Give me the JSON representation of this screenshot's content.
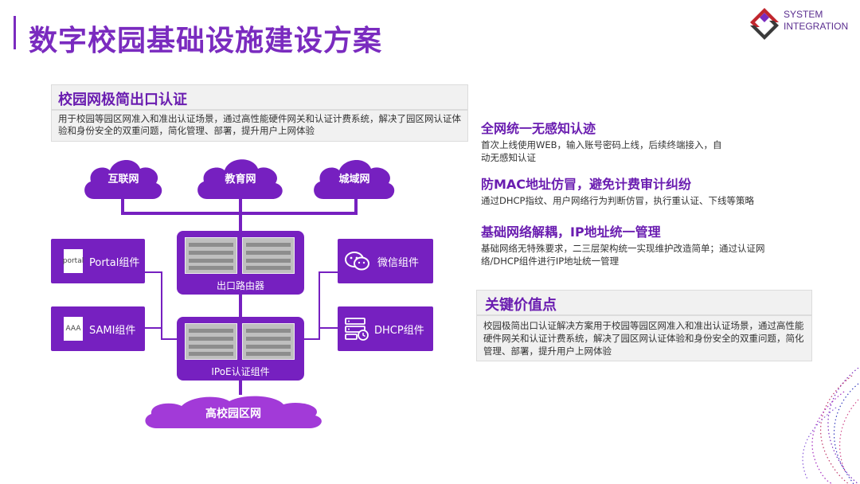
{
  "page": {
    "title": "数字校园基础设施建设方案"
  },
  "logo": {
    "line1": "SYSTEM",
    "line2": "INTEGRATION"
  },
  "left": {
    "section_title": "校园网极简出口认证",
    "section_desc": "用于校园等园区网准入和准出认证场景，通过高性能硬件网关和认证计费系统，解决了园区网认证体验和身份安全的双重问题，简化管理、部署，提升用户上网体验"
  },
  "diagram": {
    "clouds": [
      "互联网",
      "教育网",
      "城域网"
    ],
    "router_label": "出口路由器",
    "ipoe_label": "IPoE认证组件",
    "campus_label": "高校园区网",
    "components_left": [
      {
        "label": "Portal组件",
        "icon_text": "portal",
        "icon": "document-icon"
      },
      {
        "label": "SAMI组件",
        "icon_text": "AAA",
        "icon": "document-icon"
      }
    ],
    "components_right": [
      {
        "label": "微信组件",
        "icon": "wechat-icon"
      },
      {
        "label": "DHCP组件",
        "icon": "server-clock-icon"
      }
    ],
    "colors": {
      "purple": "#7620c0",
      "title": "#7a2bbf",
      "cloud_light": "#a46ad8"
    }
  },
  "features": [
    {
      "title": "全网统一无感知认迹",
      "desc": "首次上线使用WEB，输入账号密码上线，后续终端接入，自动无感知认证"
    },
    {
      "title": "防MAC地址仿冒，避免计费审计纠纷",
      "desc": "通过DHCP指纹、用户网络行为判断仿冒，执行重认证、下线等策略"
    },
    {
      "title": "基础网络解耦，IP地址统一管理",
      "desc": "基础网络无特殊要求，二三层架构统一实现维护改造简单；通过认证网络/DHCP组件进行IP地址统一管理"
    }
  ],
  "key_value": {
    "title": "关键价值点",
    "desc": "校园极简出口认证解决方案用于校园等园区网准入和准出认证场景，通过高性能硬件网关和认证计费系统，解决了园区网认证体验和身份安全的双重问题，简化管理、部署，提升用户上网体验"
  }
}
